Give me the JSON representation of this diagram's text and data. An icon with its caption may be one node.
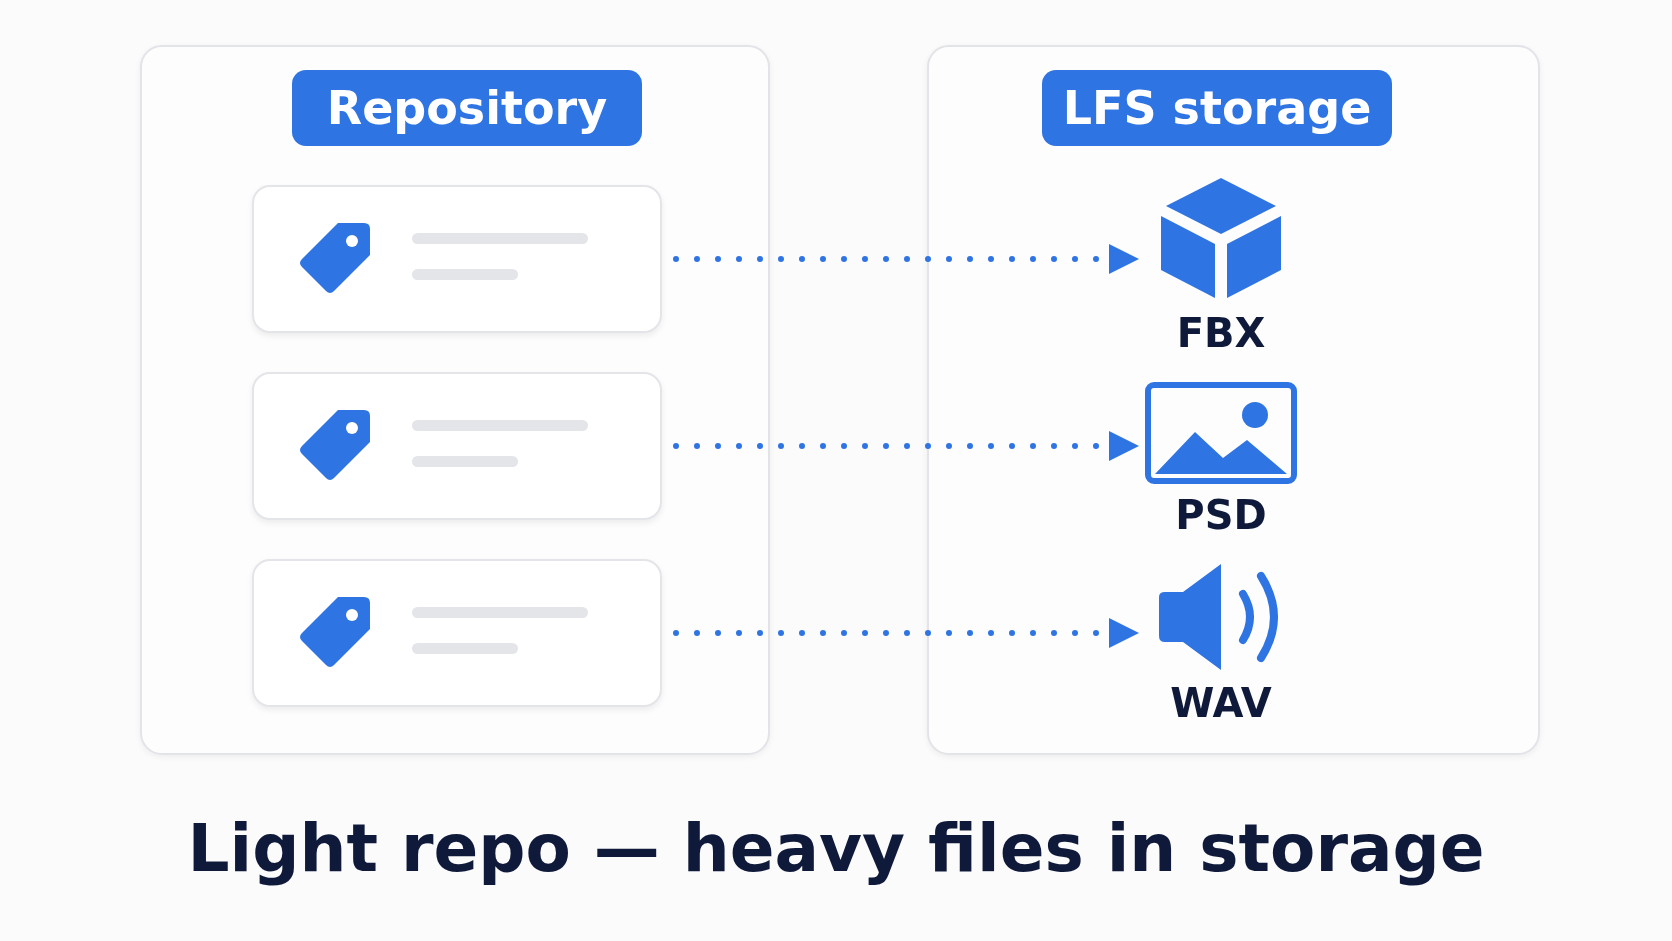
{
  "diagram": {
    "caption": "Light repo — heavy files in storage",
    "nodes": [
      {
        "text": [
          "Repository"
        ]
      },
      {
        "text": [],
        "shape": "box",
        "in": 0
      },
      {
        "text": [],
        "shape": "box",
        "in": 0
      },
      {
        "text": [],
        "shape": "box",
        "in": 0
      },
      {
        "text": [
          "LFS storage"
        ]
      },
      {
        "text": [
          "FBX"
        ],
        "in": 4
      },
      {
        "text": [
          "PSD"
        ],
        "in": 4
      },
      {
        "text": [
          "WAV"
        ],
        "in": 4
      }
    ],
    "edges": [
      {
        "from": 1,
        "to": 5,
        "arrow": "to",
        "style": "dashed"
      },
      {
        "from": 2,
        "to": 6,
        "arrow": "to",
        "style": "dashed"
      },
      {
        "from": 3,
        "to": 7,
        "arrow": "to",
        "style": "dashed"
      }
    ]
  }
}
